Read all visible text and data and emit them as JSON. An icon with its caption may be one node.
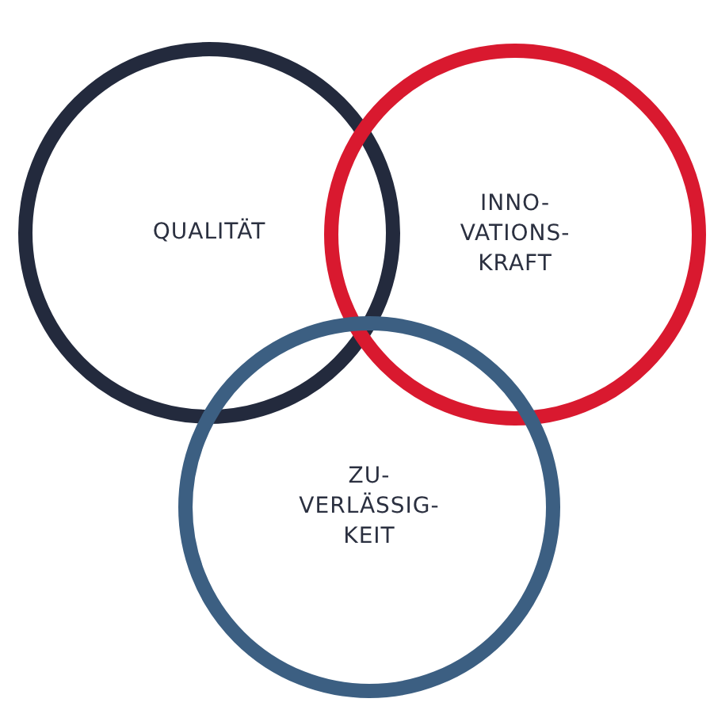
{
  "diagram": {
    "nodes": [
      {
        "text": [
          "QUALITÄT"
        ]
      },
      {
        "text": [
          "INNO- VATIONS- KRAFT"
        ]
      },
      {
        "text": [
          "ZU- VERLÄSSIG- KEIT"
        ]
      }
    ]
  }
}
